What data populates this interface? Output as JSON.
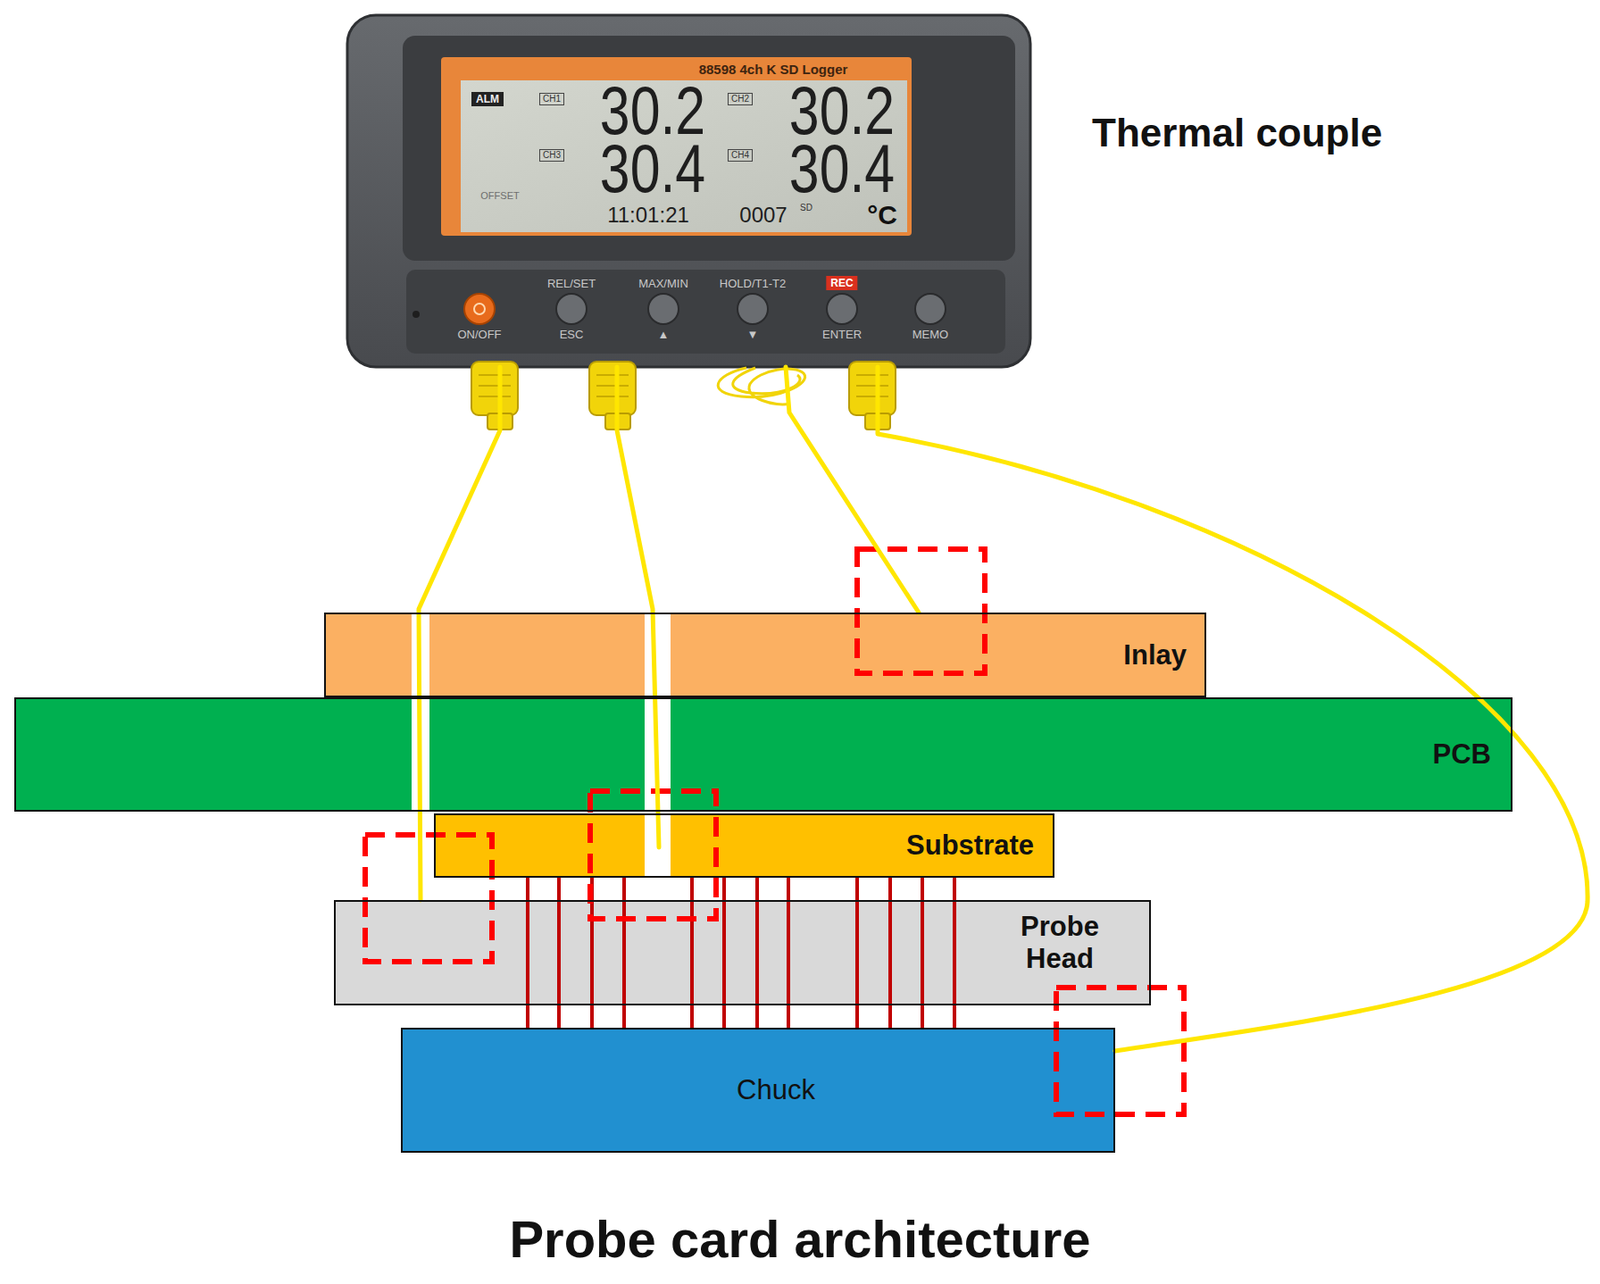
{
  "diagram": {
    "caption": "Probe card architecture",
    "nodes": [
      {
        "text": [
          "88598 4ch K SD Logger",
          "ALM",
          "CH1",
          "30.2",
          "CH2",
          "30.2",
          "CH3",
          "30.4",
          "CH4",
          "30.4",
          "OFFSET",
          "11:01:21",
          "0007",
          "SD",
          "°C",
          "ON/OFF",
          "REL/SET",
          "ESC",
          "MAX/MIN",
          "▲",
          "HOLD/T1-T2",
          "▼",
          "REC",
          "ENTER",
          "MEMO"
        ]
      },
      {
        "text": [
          "Inlay"
        ]
      },
      {
        "text": [
          "PCB"
        ]
      },
      {
        "text": [
          "Substrate"
        ]
      },
      {
        "text": [
          "Probe Head"
        ]
      },
      {
        "text": [
          "Chuck"
        ]
      }
    ],
    "edges": [
      {
        "from": 0,
        "to": 4,
        "arrow": "none"
      },
      {
        "from": 0,
        "to": 3,
        "arrow": "none"
      },
      {
        "from": 0,
        "to": 1,
        "arrow": "none"
      },
      {
        "from": 0,
        "to": 5,
        "arrow": "none"
      }
    ],
    "labels": [
      "Thermal couple"
    ]
  }
}
